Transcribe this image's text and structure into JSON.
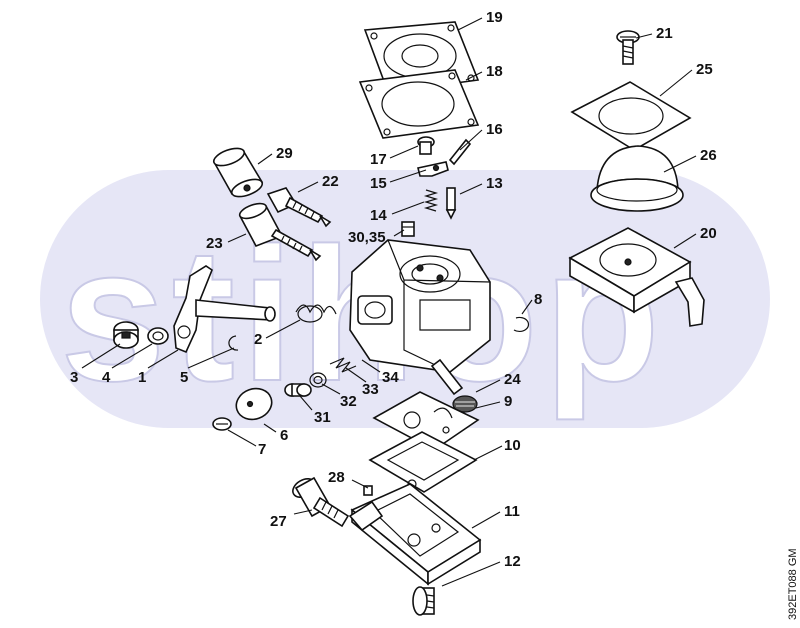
{
  "watermark": {
    "text": "stihop",
    "color": "#e6e6f6"
  },
  "drawing_code": "392ET088 GM",
  "callouts": [
    {
      "key": "c19",
      "label": "19"
    },
    {
      "key": "c18",
      "label": "18"
    },
    {
      "key": "c16",
      "label": "16"
    },
    {
      "key": "c17",
      "label": "17"
    },
    {
      "key": "c15",
      "label": "15"
    },
    {
      "key": "c13",
      "label": "13"
    },
    {
      "key": "c14",
      "label": "14"
    },
    {
      "key": "c3035",
      "label": "30,35"
    },
    {
      "key": "c29",
      "label": "29"
    },
    {
      "key": "c22",
      "label": "22"
    },
    {
      "key": "c23",
      "label": "23"
    },
    {
      "key": "c21",
      "label": "21"
    },
    {
      "key": "c25",
      "label": "25"
    },
    {
      "key": "c26",
      "label": "26"
    },
    {
      "key": "c20",
      "label": "20"
    },
    {
      "key": "c8",
      "label": "8"
    },
    {
      "key": "c2",
      "label": "2"
    },
    {
      "key": "c3",
      "label": "3"
    },
    {
      "key": "c4",
      "label": "4"
    },
    {
      "key": "c1",
      "label": "1"
    },
    {
      "key": "c5",
      "label": "5"
    },
    {
      "key": "c33",
      "label": "33"
    },
    {
      "key": "c34",
      "label": "34"
    },
    {
      "key": "c32",
      "label": "32"
    },
    {
      "key": "c31",
      "label": "31"
    },
    {
      "key": "c24",
      "label": "24"
    },
    {
      "key": "c9",
      "label": "9"
    },
    {
      "key": "c6",
      "label": "6"
    },
    {
      "key": "c7",
      "label": "7"
    },
    {
      "key": "c10",
      "label": "10"
    },
    {
      "key": "c28",
      "label": "28"
    },
    {
      "key": "c27",
      "label": "27"
    },
    {
      "key": "c11",
      "label": "11"
    },
    {
      "key": "c12",
      "label": "12"
    }
  ]
}
